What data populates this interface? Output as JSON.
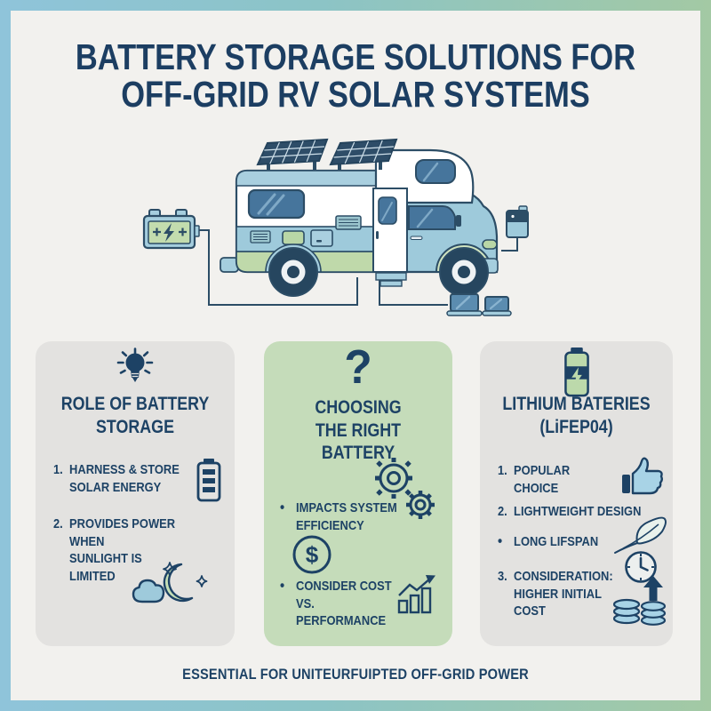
{
  "colors": {
    "navy_text": "#1d4265",
    "title_navy": "#1c3e62",
    "card_gray": "#e3e2e0",
    "card_green": "#c5dcba",
    "background": "#f2f1ee",
    "border_gradient_left": "#8fc4da",
    "border_gradient_right": "#a3c9a4",
    "illustration_blue": "#9ecadb",
    "illustration_green": "#bfd9aa",
    "window_blue": "#46759c"
  },
  "title": {
    "text": "BATTERY STORAGE SOLUTIONS FOR\nOFF-GRID RV SOLAR SYSTEMS"
  },
  "illustration": {
    "elements": [
      "solar-panels-icon",
      "rv-motorhome-icon",
      "car-battery-icon",
      "power-bank-icon",
      "laptop-icon",
      "wiring-lines"
    ]
  },
  "cards": [
    {
      "icon": "lightbulb-icon",
      "title": "ROLE OF BATTERY\nSTORAGE",
      "items": [
        {
          "marker": "1.",
          "text": "HARNESS & STORE\nSOLAR ENERGY",
          "icon": "battery-level-icon"
        },
        {
          "marker": "2.",
          "text": "PROVIDES POWER WHEN\nSUNLIGHT IS LIMITED",
          "icon": "cloud-moon-icon"
        }
      ]
    },
    {
      "icon": "question-mark-icon",
      "icon_glyph": "?",
      "title": "CHOOSING\nTHE RIGHT BATTERY",
      "decor_icons": [
        "gears-icon",
        "dollar-icon"
      ],
      "dollar_glyph": "$",
      "items": [
        {
          "marker": "•",
          "text": "IMPACTS SYSTEM\nEFFICIENCY"
        },
        {
          "marker": "•",
          "text": "CONSIDER COST VS.\nPERFORMANCE",
          "icon": "chart-growth-icon"
        }
      ]
    },
    {
      "icon": "charging-battery-icon",
      "title": "LITHIUM BATERIES\n(LiFEP04)",
      "items": [
        {
          "marker": "1.",
          "text": "POPULAR CHOICE",
          "icon": "thumbs-up-icon"
        },
        {
          "marker": "2.",
          "text": "LIGHTWEIGHT DESIGN"
        },
        {
          "marker": "•",
          "text": "LONG LIFSPAN",
          "icon": "feather-icon"
        },
        {
          "marker": "3.",
          "text": "CONSIDERATION:\nHIGHER INITIAL COST",
          "icon": "coins-arrow-icon"
        }
      ]
    }
  ],
  "footer": {
    "text": "ESSENTIAL FOR UNITEURFUIPTED OFF-GRID POWER"
  }
}
